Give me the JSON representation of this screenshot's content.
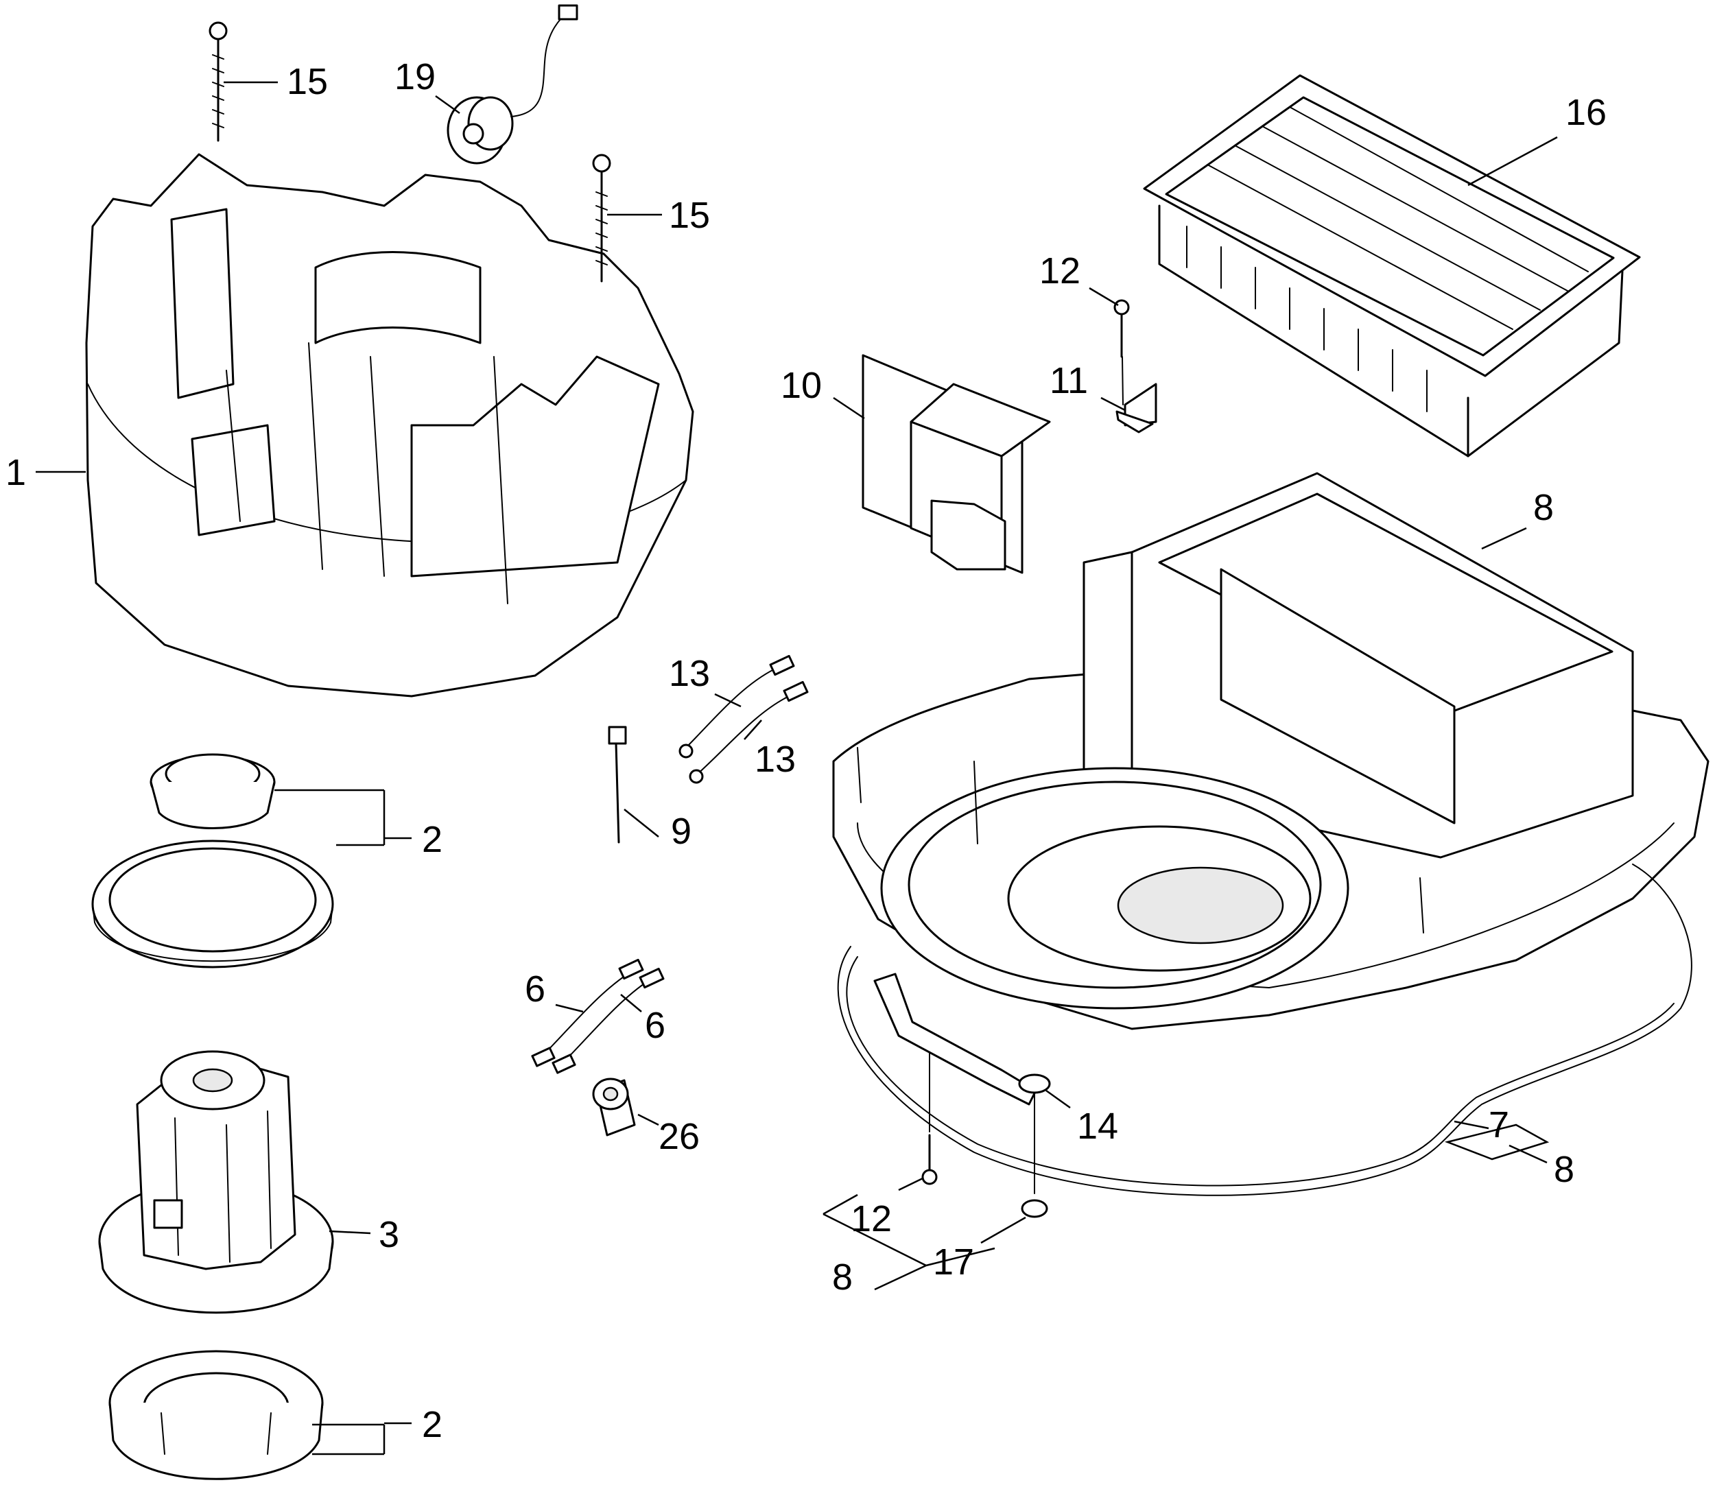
{
  "callouts": {
    "c1": "1",
    "c2a": "2",
    "c2b": "2",
    "c3": "3",
    "c6a": "6",
    "c6b": "6",
    "c7": "7",
    "c8a": "8",
    "c8b": "8",
    "c8c": "8",
    "c9": "9",
    "c10": "10",
    "c11": "11",
    "c12a": "12",
    "c12b": "12",
    "c13a": "13",
    "c13b": "13",
    "c14": "14",
    "c15a": "15",
    "c15b": "15",
    "c16": "16",
    "c17": "17",
    "c19": "19",
    "c26": "26"
  }
}
